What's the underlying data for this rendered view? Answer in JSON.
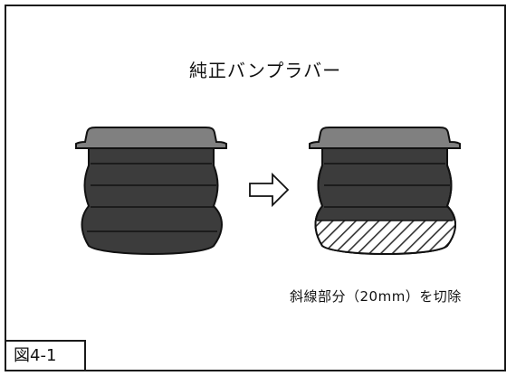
{
  "figure": {
    "title": "純正バンプラバー",
    "caption": "斜線部分（20mm）を切除",
    "label": "図4-1"
  },
  "colors": {
    "rubber_body": "#3c3c3c",
    "rubber_cap": "#808080",
    "outline": "#111111",
    "hatch_fill": "#ffffff",
    "frame": "#1a1a1a"
  },
  "icons": {
    "arrow": "right-outline-arrow"
  }
}
